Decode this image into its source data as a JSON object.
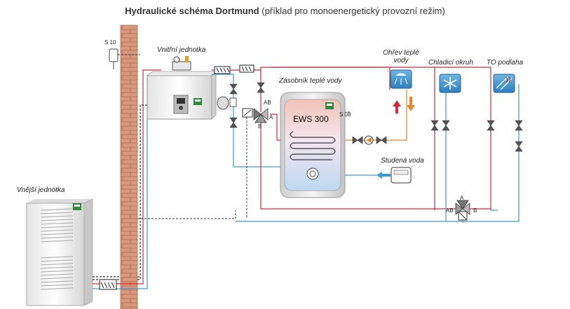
{
  "title": {
    "bold": "Hydraulické schéma Dortmund",
    "normal": "(příklad pro monoenergetický provozní režim)"
  },
  "labels": {
    "sensor_outdoor": "S 10",
    "indoor_unit": "Vnitřní jednotka",
    "outdoor_unit": "Vnější jednotka",
    "tank": "Zásobník teplé vody",
    "tank_model": "EWS 300",
    "tank_sensor": "S 08",
    "dhw_heating_line1": "Ohřev teplé",
    "dhw_heating_line2": "vody",
    "cooling_circuit": "Chladicí okruh",
    "floor_heating": "TO podlaha",
    "cold_water": "Studená voda",
    "valve_ab": "AB",
    "valve_a": "A",
    "valve_b": "B",
    "valve2_a": "A",
    "valve2_ab": "AB",
    "valve2_b": "B"
  },
  "colors": {
    "supply": "#d9283a",
    "return": "#3a9cc8",
    "dhw_hot": "#e8872a",
    "wall": "#d9987a"
  }
}
